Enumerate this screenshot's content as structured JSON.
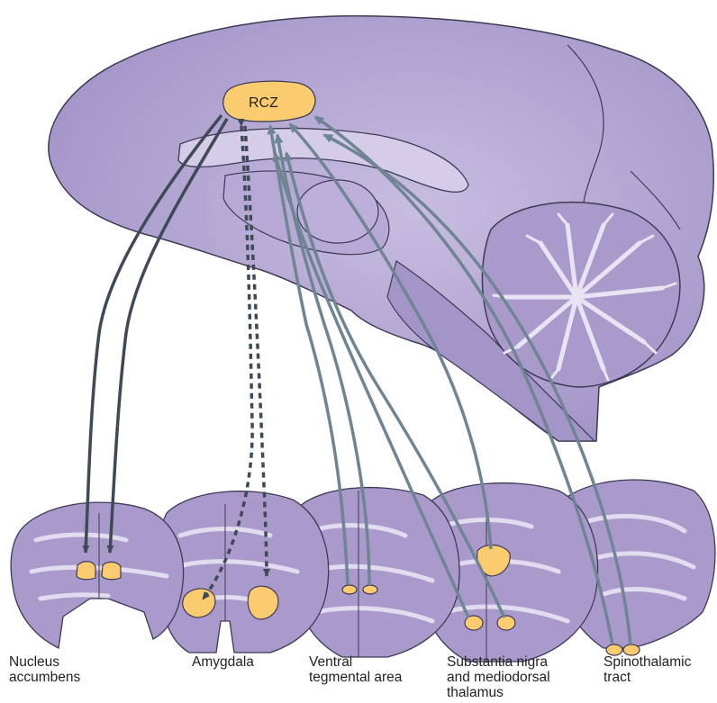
{
  "center_label": "RCZ",
  "labels": [
    {
      "id": "nucleus-accumbens",
      "lines": [
        "Nucleus",
        "accumbens"
      ]
    },
    {
      "id": "amygdala",
      "lines": [
        "Amygdala"
      ]
    },
    {
      "id": "ventral-tegmental-area",
      "lines": [
        "Ventral",
        "tegmental area"
      ]
    },
    {
      "id": "substantia-nigra",
      "lines": [
        "Substantia nigra",
        "and mediodorsal",
        "thalamus"
      ]
    },
    {
      "id": "spinothalamic-tract",
      "lines": [
        "Spinothalamic",
        "tract"
      ]
    }
  ],
  "colors": {
    "brain": "#a99acb",
    "brain_light": "#cfc6e3",
    "brain_outline": "#3d3a56",
    "region": "#fbcc6f",
    "efferent_arrow": "#3f4a57",
    "afferent_arrow": "#6f8593"
  }
}
